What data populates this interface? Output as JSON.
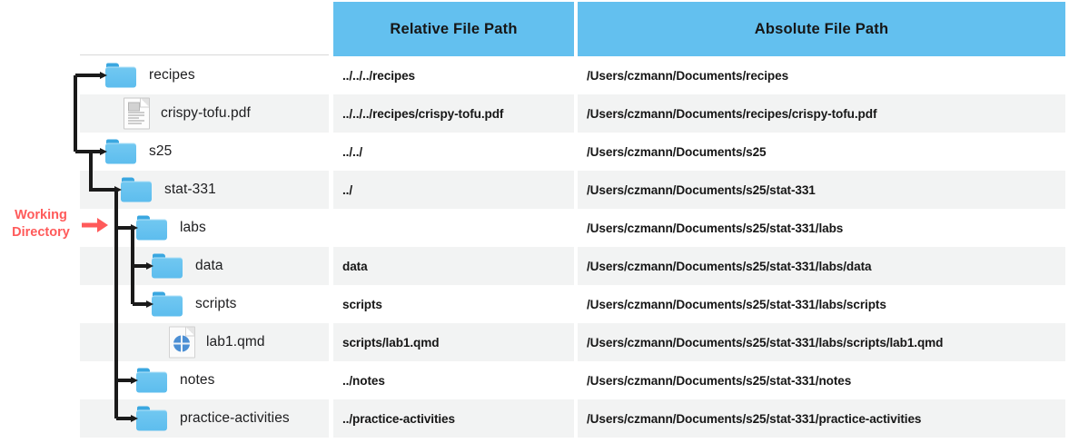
{
  "annotation": {
    "working_directory_label": "Working\nDirectory",
    "working_directory_line1": "Working",
    "working_directory_line2": "Directory",
    "arrow_icon": "right-arrow-icon",
    "accent_color": "#ff5a5a"
  },
  "theme": {
    "header_blue": "#63c0ef",
    "stripe_gray": "#f2f3f3",
    "folder_blue": "#5dbdee",
    "text_black": "#161616"
  },
  "table": {
    "columns": [
      "Relative File Path",
      "Absolute File Path"
    ],
    "rows": [
      {
        "relative": "../../../recipes",
        "absolute": "/Users/czmann/Documents/recipes"
      },
      {
        "relative": "../../../recipes/crispy-tofu.pdf",
        "absolute": "/Users/czmann/Documents/recipes/crispy-tofu.pdf"
      },
      {
        "relative": "../../",
        "absolute": "/Users/czmann/Documents/s25"
      },
      {
        "relative": "../",
        "absolute": "/Users/czmann/Documents/s25/stat-331"
      },
      {
        "relative": "",
        "absolute": "/Users/czmann/Documents/s25/stat-331/labs"
      },
      {
        "relative": "data",
        "absolute": "/Users/czmann/Documents/s25/stat-331/labs/data"
      },
      {
        "relative": "scripts",
        "absolute": "/Users/czmann/Documents/s25/stat-331/labs/scripts"
      },
      {
        "relative": "scripts/lab1.qmd",
        "absolute": "/Users/czmann/Documents/s25/stat-331/labs/scripts/lab1.qmd"
      },
      {
        "relative": "../notes",
        "absolute": "/Users/czmann/Documents/s25/stat-331/notes"
      },
      {
        "relative": "../practice-activities",
        "absolute": "/Users/czmann/Documents/s25/stat-331/practice-activities"
      }
    ]
  },
  "tree": {
    "nodes": [
      {
        "label": "recipes",
        "icon": "folder-icon",
        "indent": 0,
        "type": "folder"
      },
      {
        "label": "crispy-tofu.pdf",
        "icon": "pdf-document-icon",
        "indent": 1,
        "type": "file"
      },
      {
        "label": "s25",
        "icon": "folder-icon",
        "indent": 0,
        "type": "folder"
      },
      {
        "label": "stat-331",
        "icon": "folder-icon",
        "indent": 1,
        "type": "folder"
      },
      {
        "label": "labs",
        "icon": "folder-icon",
        "indent": 2,
        "type": "folder",
        "is_working_directory": true
      },
      {
        "label": "data",
        "icon": "folder-icon",
        "indent": 3,
        "type": "folder"
      },
      {
        "label": "scripts",
        "icon": "folder-icon",
        "indent": 3,
        "type": "folder"
      },
      {
        "label": "lab1.qmd",
        "icon": "qmd-document-icon",
        "indent": 4,
        "type": "file"
      },
      {
        "label": "notes",
        "icon": "folder-icon",
        "indent": 2,
        "type": "folder"
      },
      {
        "label": "practice-activities",
        "icon": "folder-icon",
        "indent": 2,
        "type": "folder"
      }
    ]
  }
}
